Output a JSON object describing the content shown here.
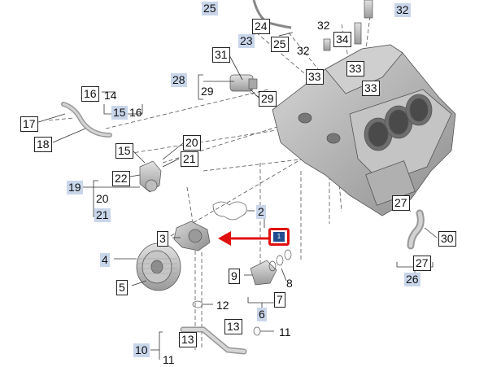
{
  "diagram": {
    "type": "exploded-parts-view",
    "accent_colors": {
      "callout_border": "#e01010",
      "callout_fill": "#1f4d8f",
      "label_shade": "#c9d6ea",
      "part_metal": "#b8b8b8"
    },
    "highlight_callout": {
      "text": "1",
      "arrow_color": "#e01010"
    },
    "labels": [
      {
        "text": "25",
        "style": "shaded"
      },
      {
        "text": "24",
        "style": "boxed"
      },
      {
        "text": "23",
        "style": "shaded"
      },
      {
        "text": "25",
        "style": "boxed"
      },
      {
        "text": "32",
        "style": "plain"
      },
      {
        "text": "34",
        "style": "boxed"
      },
      {
        "text": "32",
        "style": "shaded"
      },
      {
        "text": "32",
        "style": "plain"
      },
      {
        "text": "33",
        "style": "boxed"
      },
      {
        "text": "33",
        "style": "boxed"
      },
      {
        "text": "33",
        "style": "boxed"
      },
      {
        "text": "31",
        "style": "boxed"
      },
      {
        "text": "28",
        "style": "shaded"
      },
      {
        "text": "29",
        "style": "plain"
      },
      {
        "text": "29",
        "style": "boxed"
      },
      {
        "text": "16",
        "style": "boxed"
      },
      {
        "text": "14",
        "style": "plain"
      },
      {
        "text": "15",
        "style": "shaded"
      },
      {
        "text": "16",
        "style": "plain"
      },
      {
        "text": "17",
        "style": "boxed"
      },
      {
        "text": "18",
        "style": "boxed"
      },
      {
        "text": "15",
        "style": "boxed"
      },
      {
        "text": "20",
        "style": "boxed"
      },
      {
        "text": "21",
        "style": "boxed"
      },
      {
        "text": "22",
        "style": "boxed"
      },
      {
        "text": "19",
        "style": "shaded"
      },
      {
        "text": "20",
        "style": "plain"
      },
      {
        "text": "21",
        "style": "shaded"
      },
      {
        "text": "2",
        "style": "shaded"
      },
      {
        "text": "3",
        "style": "boxed"
      },
      {
        "text": "4",
        "style": "shaded"
      },
      {
        "text": "5",
        "style": "boxed"
      },
      {
        "text": "9",
        "style": "boxed"
      },
      {
        "text": "8",
        "style": "plain"
      },
      {
        "text": "7",
        "style": "boxed"
      },
      {
        "text": "6",
        "style": "shaded"
      },
      {
        "text": "12",
        "style": "plain"
      },
      {
        "text": "13",
        "style": "boxed"
      },
      {
        "text": "13",
        "style": "boxed"
      },
      {
        "text": "11",
        "style": "plain"
      },
      {
        "text": "10",
        "style": "shaded"
      },
      {
        "text": "11",
        "style": "plain"
      },
      {
        "text": "27",
        "style": "boxed"
      },
      {
        "text": "30",
        "style": "boxed"
      },
      {
        "text": "27",
        "style": "boxed"
      },
      {
        "text": "26",
        "style": "shaded"
      }
    ]
  }
}
